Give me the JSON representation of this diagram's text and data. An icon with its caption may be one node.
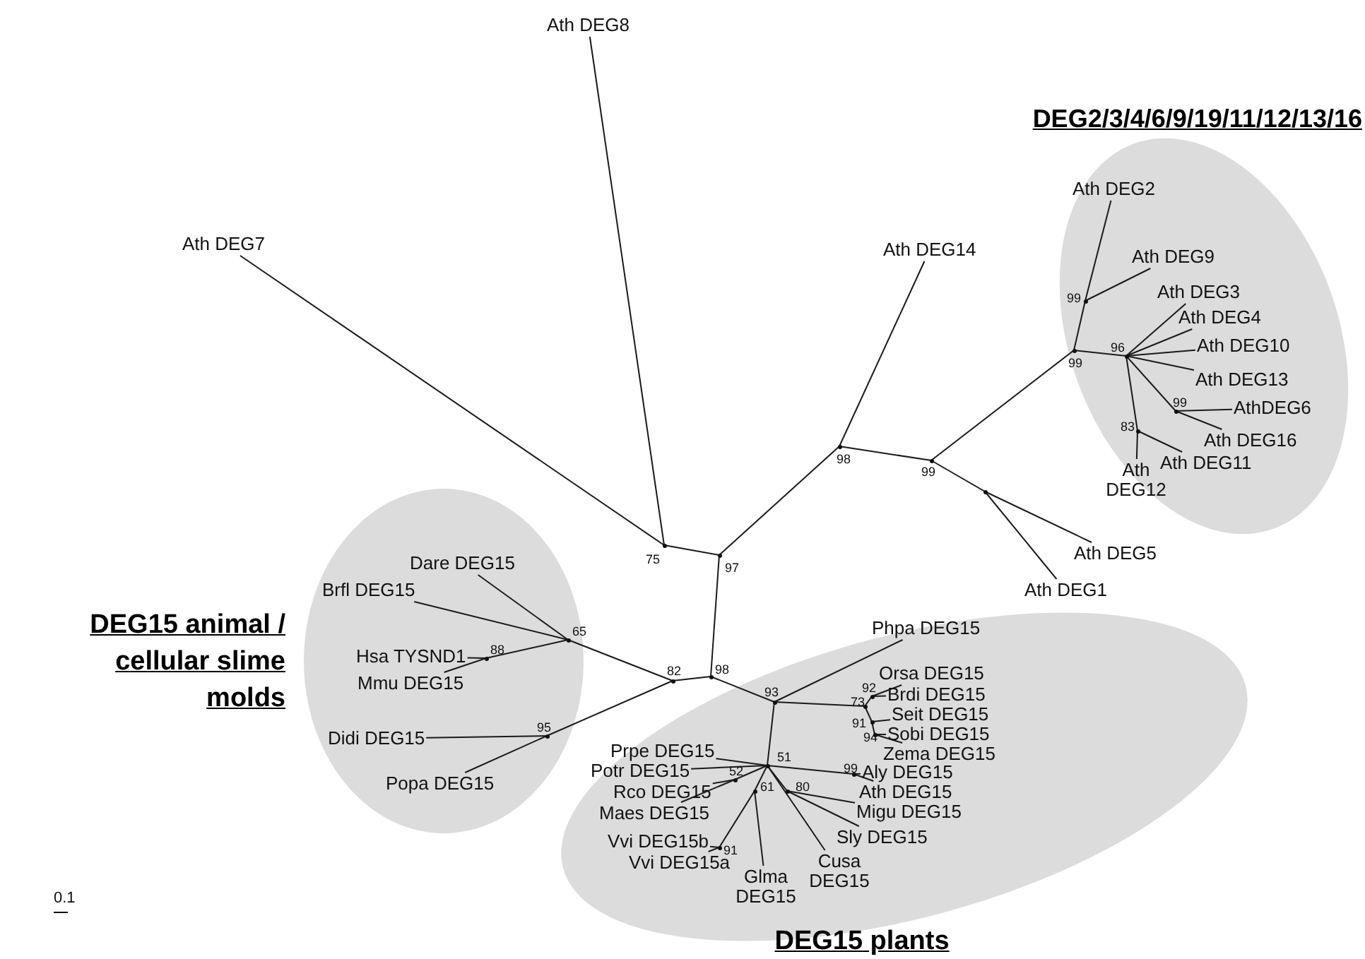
{
  "diagram": {
    "nodes": [
      {
        "text": [
          "DEG2/3/4/6/9/19/11/12/13/16"
        ]
      },
      {
        "text": [
          "Ath DEG2"
        ],
        "in": 0
      },
      {
        "text": [
          "Ath DEG9"
        ],
        "in": 0
      },
      {
        "text": [
          "Ath DEG3"
        ],
        "in": 0
      },
      {
        "text": [
          "Ath DEG4"
        ],
        "in": 0
      },
      {
        "text": [
          "Ath DEG10"
        ],
        "in": 0
      },
      {
        "text": [
          "Ath DEG13"
        ],
        "in": 0
      },
      {
        "text": [
          "AthDEG6"
        ],
        "in": 0
      },
      {
        "text": [
          "Ath DEG16"
        ],
        "in": 0
      },
      {
        "text": [
          "Ath DEG11"
        ],
        "in": 0
      },
      {
        "text": [
          "Ath DEG12"
        ],
        "in": 0
      },
      {
        "text": [],
        "shape": "point",
        "beside": [
          "99"
        ],
        "in": 0
      },
      {
        "text": [],
        "shape": "point",
        "beside": [
          "99"
        ],
        "in": 0
      },
      {
        "text": [],
        "shape": "point",
        "beside": [
          "96"
        ],
        "in": 0
      },
      {
        "text": [],
        "shape": "point",
        "beside": [
          "99"
        ],
        "in": 0
      },
      {
        "text": [],
        "shape": "point",
        "beside": [
          "83"
        ],
        "in": 0
      },
      {
        "text": [
          "Ath DEG8"
        ]
      },
      {
        "text": [
          "Ath DEG7"
        ]
      },
      {
        "text": [
          "Ath DEG14"
        ]
      },
      {
        "text": [
          "Ath DEG5"
        ]
      },
      {
        "text": [
          "Ath DEG1"
        ]
      },
      {
        "text": [],
        "shape": "point",
        "beside": [
          "75"
        ]
      },
      {
        "text": [],
        "shape": "point",
        "beside": [
          "97"
        ]
      },
      {
        "text": [],
        "shape": "point",
        "beside": [
          "98"
        ]
      },
      {
        "text": [],
        "shape": "point",
        "beside": [
          "99"
        ]
      },
      {
        "text": [],
        "shape": "point"
      },
      {
        "text": [
          "DEG15 animal / cellular slime molds"
        ]
      },
      {
        "text": [
          "Dare DEG15"
        ],
        "in": 26
      },
      {
        "text": [
          "Brfl DEG15"
        ],
        "in": 26
      },
      {
        "text": [
          "Hsa TYSND1"
        ],
        "in": 26
      },
      {
        "text": [
          "Mmu DEG15"
        ],
        "in": 26
      },
      {
        "text": [
          "Didi DEG15"
        ],
        "in": 26
      },
      {
        "text": [
          "Popa DEG15"
        ],
        "in": 26
      },
      {
        "text": [],
        "shape": "point",
        "beside": [
          "65"
        ],
        "in": 26
      },
      {
        "text": [],
        "shape": "point",
        "beside": [
          "88"
        ],
        "in": 26
      },
      {
        "text": [],
        "shape": "point",
        "beside": [
          "95"
        ],
        "in": 26
      },
      {
        "text": [],
        "shape": "point",
        "beside": [
          "82"
        ]
      },
      {
        "text": [],
        "shape": "point",
        "beside": [
          "98"
        ]
      },
      {
        "text": [
          "DEG15 plants"
        ]
      },
      {
        "text": [
          "Phpa DEG15"
        ],
        "in": 38
      },
      {
        "text": [
          "Orsa DEG15"
        ],
        "in": 38
      },
      {
        "text": [
          "Brdi DEG15"
        ],
        "in": 38
      },
      {
        "text": [
          "Seit DEG15"
        ],
        "in": 38
      },
      {
        "text": [
          "Sobi DEG15"
        ],
        "in": 38
      },
      {
        "text": [
          "Zema DEG15"
        ],
        "in": 38
      },
      {
        "text": [
          "Prpe DEG15"
        ],
        "in": 38
      },
      {
        "text": [
          "Potr DEG15"
        ],
        "in": 38
      },
      {
        "text": [
          "Rco DEG15"
        ],
        "in": 38
      },
      {
        "text": [
          "Maes DEG15"
        ],
        "in": 38
      },
      {
        "text": [
          "Vvi DEG15b"
        ],
        "in": 38
      },
      {
        "text": [
          "Vvi DEG15a"
        ],
        "in": 38
      },
      {
        "text": [
          "Glma DEG15"
        ],
        "in": 38
      },
      {
        "text": [
          "Cusa DEG15"
        ],
        "in": 38
      },
      {
        "text": [
          "Sly DEG15"
        ],
        "in": 38
      },
      {
        "text": [
          "Migu DEG15"
        ],
        "in": 38
      },
      {
        "text": [
          "Ath DEG15"
        ],
        "in": 38
      },
      {
        "text": [
          "Aly DEG15"
        ],
        "in": 38
      },
      {
        "text": [],
        "shape": "point",
        "beside": [
          "93"
        ],
        "in": 38
      },
      {
        "text": [],
        "shape": "point",
        "beside": [
          "73"
        ],
        "in": 38
      },
      {
        "text": [],
        "shape": "point",
        "beside": [
          "92"
        ],
        "in": 38
      },
      {
        "text": [],
        "shape": "point",
        "beside": [
          "91"
        ],
        "in": 38
      },
      {
        "text": [],
        "shape": "point",
        "beside": [
          "94"
        ],
        "in": 38
      },
      {
        "text": [],
        "shape": "point",
        "beside": [
          "51"
        ],
        "in": 38
      },
      {
        "text": [],
        "shape": "point",
        "beside": [
          "52"
        ],
        "in": 38
      },
      {
        "text": [],
        "shape": "point",
        "beside": [
          "61"
        ],
        "in": 38
      },
      {
        "text": [],
        "shape": "point",
        "beside": [
          "91"
        ],
        "in": 38
      },
      {
        "text": [],
        "shape": "point",
        "beside": [
          "80"
        ],
        "in": 38
      },
      {
        "text": [],
        "shape": "point",
        "beside": [
          "99"
        ],
        "in": 38
      }
    ],
    "edges": [
      {
        "from": 22,
        "to": 21,
        "arrow": "none"
      },
      {
        "from": 21,
        "to": 17,
        "arrow": "none"
      },
      {
        "from": 21,
        "to": 16,
        "arrow": "none"
      },
      {
        "from": 22,
        "to": 23,
        "arrow": "none"
      },
      {
        "from": 23,
        "to": 18,
        "arrow": "none"
      },
      {
        "from": 23,
        "to": 24,
        "arrow": "none"
      },
      {
        "from": 24,
        "to": 12,
        "arrow": "none"
      },
      {
        "from": 24,
        "to": 25,
        "arrow": "none"
      },
      {
        "from": 25,
        "to": 19,
        "arrow": "none"
      },
      {
        "from": 25,
        "to": 20,
        "arrow": "none"
      },
      {
        "from": 12,
        "to": 11,
        "arrow": "none"
      },
      {
        "from": 11,
        "to": 1,
        "arrow": "none"
      },
      {
        "from": 11,
        "to": 2,
        "arrow": "none"
      },
      {
        "from": 12,
        "to": 13,
        "arrow": "none"
      },
      {
        "from": 13,
        "to": 3,
        "arrow": "none"
      },
      {
        "from": 13,
        "to": 4,
        "arrow": "none"
      },
      {
        "from": 13,
        "to": 5,
        "arrow": "none"
      },
      {
        "from": 13,
        "to": 6,
        "arrow": "none"
      },
      {
        "from": 13,
        "to": 14,
        "arrow": "none"
      },
      {
        "from": 14,
        "to": 7,
        "arrow": "none"
      },
      {
        "from": 14,
        "to": 8,
        "arrow": "none"
      },
      {
        "from": 13,
        "to": 15,
        "arrow": "none"
      },
      {
        "from": 15,
        "to": 10,
        "arrow": "none"
      },
      {
        "from": 15,
        "to": 9,
        "arrow": "none"
      },
      {
        "from": 22,
        "to": 37,
        "arrow": "none"
      },
      {
        "from": 37,
        "to": 36,
        "arrow": "none"
      },
      {
        "from": 36,
        "to": 33,
        "arrow": "none"
      },
      {
        "from": 33,
        "to": 27,
        "arrow": "none"
      },
      {
        "from": 33,
        "to": 28,
        "arrow": "none"
      },
      {
        "from": 33,
        "to": 34,
        "arrow": "none"
      },
      {
        "from": 34,
        "to": 29,
        "arrow": "none"
      },
      {
        "from": 34,
        "to": 30,
        "arrow": "none"
      },
      {
        "from": 36,
        "to": 35,
        "arrow": "none"
      },
      {
        "from": 35,
        "to": 31,
        "arrow": "none"
      },
      {
        "from": 35,
        "to": 32,
        "arrow": "none"
      },
      {
        "from": 37,
        "to": 57,
        "arrow": "none"
      },
      {
        "from": 57,
        "to": 39,
        "arrow": "none"
      },
      {
        "from": 57,
        "to": 58,
        "arrow": "none"
      },
      {
        "from": 58,
        "to": 59,
        "arrow": "none"
      },
      {
        "from": 59,
        "to": 40,
        "arrow": "none"
      },
      {
        "from": 59,
        "to": 41,
        "arrow": "none"
      },
      {
        "from": 58,
        "to": 60,
        "arrow": "none"
      },
      {
        "from": 60,
        "to": 42,
        "arrow": "none"
      },
      {
        "from": 60,
        "to": 61,
        "arrow": "none"
      },
      {
        "from": 61,
        "to": 43,
        "arrow": "none"
      },
      {
        "from": 61,
        "to": 44,
        "arrow": "none"
      },
      {
        "from": 57,
        "to": 62,
        "arrow": "none"
      },
      {
        "from": 62,
        "to": 45,
        "arrow": "none"
      },
      {
        "from": 62,
        "to": 46,
        "arrow": "none"
      },
      {
        "from": 62,
        "to": 63,
        "arrow": "none"
      },
      {
        "from": 63,
        "to": 47,
        "arrow": "none"
      },
      {
        "from": 63,
        "to": 48,
        "arrow": "none"
      },
      {
        "from": 62,
        "to": 64,
        "arrow": "none"
      },
      {
        "from": 64,
        "to": 65,
        "arrow": "none"
      },
      {
        "from": 65,
        "to": 49,
        "arrow": "none"
      },
      {
        "from": 65,
        "to": 50,
        "arrow": "none"
      },
      {
        "from": 64,
        "to": 51,
        "arrow": "none"
      },
      {
        "from": 62,
        "to": 52,
        "arrow": "none"
      },
      {
        "from": 62,
        "to": 66,
        "arrow": "none"
      },
      {
        "from": 66,
        "to": 53,
        "arrow": "none"
      },
      {
        "from": 66,
        "to": 54,
        "arrow": "none"
      },
      {
        "from": 62,
        "to": 67,
        "arrow": "none"
      },
      {
        "from": 67,
        "to": 56,
        "arrow": "none"
      },
      {
        "from": 67,
        "to": 55,
        "arrow": "none"
      }
    ],
    "labels": [
      "0.1"
    ]
  }
}
